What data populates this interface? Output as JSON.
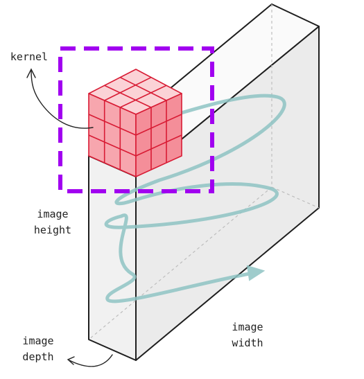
{
  "labels": {
    "kernel": "kernel",
    "image_height_1": "image",
    "image_height_2": "height",
    "image_width_1": "image",
    "image_width_2": "width",
    "image_depth_1": "image",
    "image_depth_2": "depth"
  },
  "colors": {
    "box_stroke": "#1e1e1e",
    "front_face": "#f1f1f1",
    "right_face": "#ebebeb",
    "top_face": "#fafafa",
    "kernel_stroke": "#d81b34",
    "kernel_front": "#f7a6ae",
    "kernel_side": "#f48e99",
    "kernel_top": "#fbd2d6",
    "highlight_box": "#a100f0",
    "path_stroke": "#8fc4c4"
  }
}
